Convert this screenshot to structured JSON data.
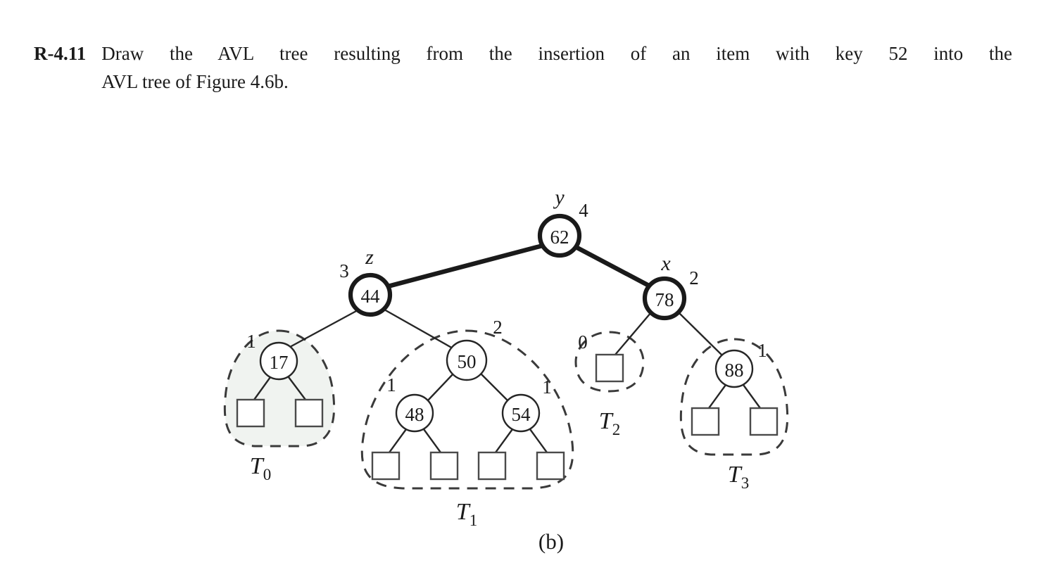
{
  "problem": {
    "label": "R-4.11",
    "line1": "Draw the AVL tree resulting from the insertion of an item with key 52 into the",
    "line2": "AVL tree of Figure 4.6b."
  },
  "figure": {
    "caption": "(b)",
    "nodes": {
      "n62": {
        "key": "62",
        "height": "4",
        "var": "y"
      },
      "n44": {
        "key": "44",
        "height": "3",
        "var": "z"
      },
      "n78": {
        "key": "78",
        "height": "2",
        "var": "x"
      },
      "n17": {
        "key": "17",
        "height": "1"
      },
      "n50": {
        "key": "50",
        "height": "2"
      },
      "n48": {
        "key": "48",
        "height": "1"
      },
      "n54": {
        "key": "54",
        "height": "1"
      },
      "n88": {
        "key": "88",
        "height": "1"
      },
      "t2leaf": {
        "height": "0"
      }
    },
    "subtrees": {
      "t0": {
        "label": "T",
        "sub": "0"
      },
      "t1": {
        "label": "T",
        "sub": "1"
      },
      "t2": {
        "label": "T",
        "sub": "2"
      },
      "t3": {
        "label": "T",
        "sub": "3"
      }
    },
    "colors": {
      "stroke": "#262626",
      "shaded_fill": "#f0f3f0",
      "node_fill": "#ffffff"
    }
  }
}
